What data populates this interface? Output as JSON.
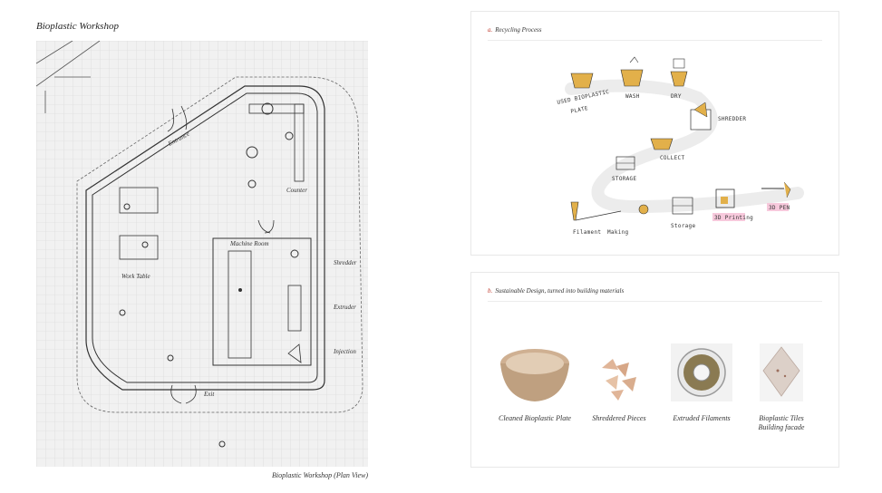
{
  "title": "Bioplastic Workshop",
  "plan": {
    "caption": "Bioplastic Workshop (Plan View)",
    "labels": {
      "entrance": "Entrance",
      "counter": "Counter",
      "machine_room": "Machine Room",
      "work_table": "Work Table",
      "shredder": "Shredder",
      "extruder": "Extruder",
      "injection": "Injection",
      "exit": "Exit"
    }
  },
  "panel_a": {
    "letter": "a.",
    "heading": "Recycling Process",
    "steps": {
      "used": "USED BIOPLASTIC",
      "used2": "PLATE",
      "wash": "WASH",
      "dry": "DRY",
      "shredder": "SHREDDER",
      "collect": "COLLECT",
      "storage_left": "STORAGE",
      "filament": "Filament",
      "making": "Making",
      "storage": "Storage",
      "printing": "3D Printing",
      "pen": "3D PEN"
    },
    "colors": {
      "accent": "#e2b04a",
      "highlight": "#f7c9dc"
    }
  },
  "panel_b": {
    "letter": "b.",
    "heading": "Sustainable Design, turned into building materials",
    "items": [
      {
        "label": "Cleaned Bioplastic Plate"
      },
      {
        "label": "Shreddered Pieces"
      },
      {
        "label": "Extruded Filaments"
      },
      {
        "label": "Bioplastic Tiles",
        "label2": "Building facade"
      }
    ]
  }
}
